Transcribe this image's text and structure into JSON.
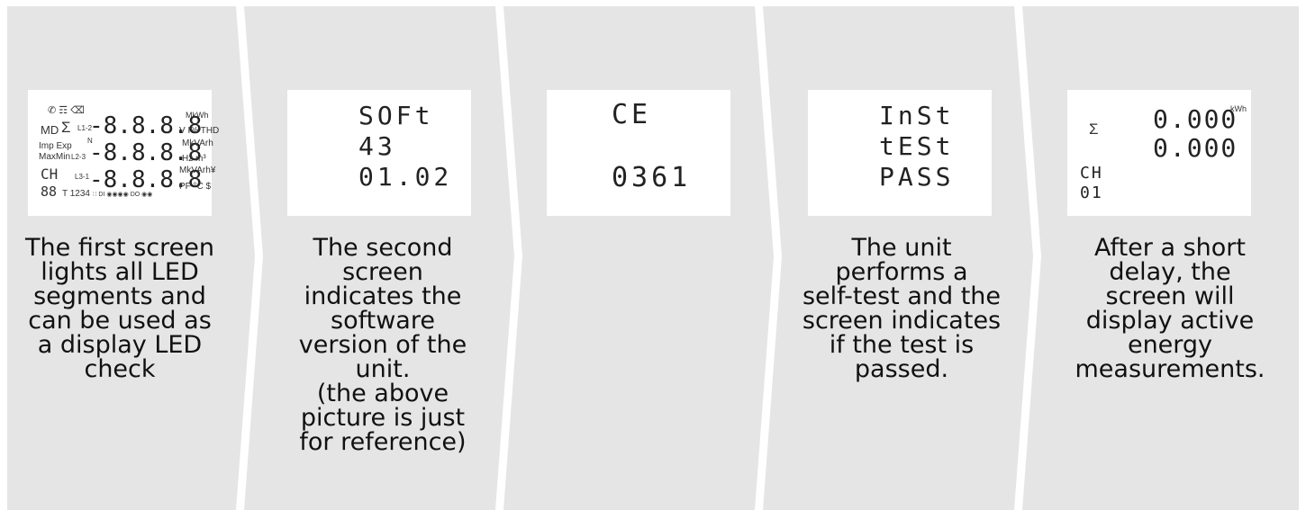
{
  "colors": {
    "panel": "#e5e5e6",
    "background": "#ffffff",
    "text": "#111111",
    "lcd_text": "#222222"
  },
  "steps": [
    {
      "display": {
        "icons_row1": "✆ ☶ ⌫",
        "md": "MD",
        "sigma": "Σ",
        "l12": "L1-2",
        "l23": "L2-3",
        "l3": "L3-1",
        "n": "N",
        "imp_exp": "Imp Exp",
        "maxmin": "MaxMin",
        "ch": "CH",
        "ch_digits": "88",
        "t1234": "T 1234",
        "digits1": "-8.8.8.8",
        "digits2": "-8.8.8.8",
        "digits3": "-8.8.8.8",
        "unit1": "MkWh",
        "unit2": "V I% THD",
        "unit3": "MkVArh",
        "unit4": "Hz m³",
        "unit5": "MkVArh¥",
        "unit6": "PF °C $",
        "bottom_icons": "∷ DI ◉◉◉◉ DO ◉◉"
      },
      "caption": [
        "The first screen",
        "lights all LED",
        "segments and",
        "can be used as",
        "a display LED",
        "check"
      ]
    },
    {
      "display": {
        "line1": "SOFt",
        "line2": "43",
        "line3": "01.02"
      },
      "caption": [
        "The second",
        "screen",
        "indicates the",
        "software",
        "version of the",
        "unit.",
        "(the above",
        "picture is just",
        "for reference)"
      ]
    },
    {
      "display": {
        "line1": "CE",
        "line2": "0361"
      },
      "caption": []
    },
    {
      "display": {
        "line1": "InSt",
        "line2": "tESt",
        "line3": "PASS"
      },
      "caption": [
        "The unit",
        "performs a",
        "self-test and the",
        "screen indicates",
        "if the test is",
        "passed."
      ]
    },
    {
      "display": {
        "sigma": "Σ",
        "value1": "0.000",
        "unit": "kWh",
        "value2": "0.000",
        "ch": "CH",
        "ch_num": "01"
      },
      "caption": [
        "After a short",
        "delay, the",
        "screen will",
        "display active",
        "energy",
        "measurements."
      ]
    }
  ]
}
